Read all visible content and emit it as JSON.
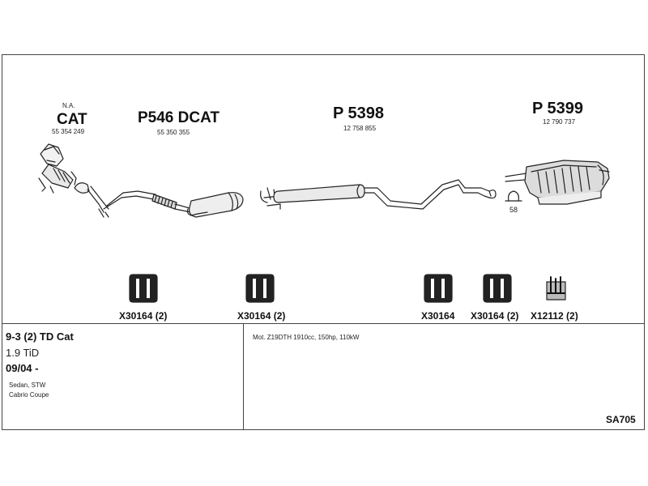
{
  "parts": {
    "cat": {
      "note": "N.A.",
      "name": "CAT",
      "number": "55 354 249"
    },
    "dcat": {
      "name": "P546 DCAT",
      "number": "55 350 355"
    },
    "p5398": {
      "name": "P 5398",
      "number": "12 758 855"
    },
    "p5399": {
      "name": "P 5399",
      "number": "12 790 737"
    },
    "hanger_label": "58"
  },
  "mounts": [
    {
      "label": "X30164 (2)"
    },
    {
      "label": "X30164 (2)"
    },
    {
      "label": "X30164"
    },
    {
      "label": "X30164 (2)"
    },
    {
      "label": "X12112 (2)"
    }
  ],
  "vehicle": {
    "model": "9-3 (2) TD Cat",
    "engine": "1.9 TiD",
    "date": "09/04 -",
    "body1": "Sedan, STW",
    "body2": "Cabrio Coupe"
  },
  "motor_info": "Mot. Z19DTH 1910cc, 150hp, 110kW",
  "code": "SA705"
}
